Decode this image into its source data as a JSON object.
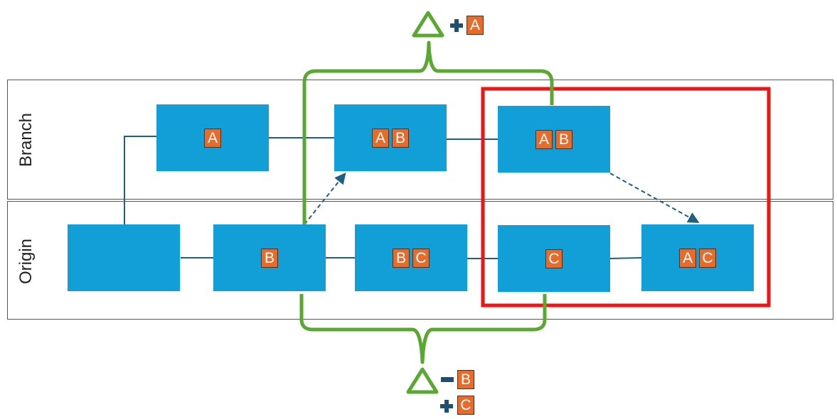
{
  "lanes": {
    "branch": "Branch",
    "origin": "Origin"
  },
  "commits": {
    "branch": [
      {
        "tags": [
          "A"
        ]
      },
      {
        "tags": [
          "A",
          "B"
        ]
      },
      {
        "tags": [
          "A",
          "B"
        ]
      }
    ],
    "origin": [
      {
        "tags": []
      },
      {
        "tags": [
          "B"
        ]
      },
      {
        "tags": [
          "B",
          "C"
        ]
      },
      {
        "tags": [
          "C"
        ]
      },
      {
        "tags": [
          "A",
          "C"
        ]
      }
    ]
  },
  "delta_top": {
    "symbol": "Δ",
    "ops": [
      {
        "op": "+",
        "tag": "A"
      }
    ]
  },
  "delta_bottom": {
    "symbol": "Δ",
    "ops": [
      {
        "op": "−",
        "tag": "B"
      },
      {
        "op": "+",
        "tag": "C"
      }
    ]
  },
  "colors": {
    "commit": "#129fd8",
    "tag": "#e66c2c",
    "bracket": "#5aa832",
    "highlight": "#f01414",
    "connector": "#1f5f82"
  }
}
